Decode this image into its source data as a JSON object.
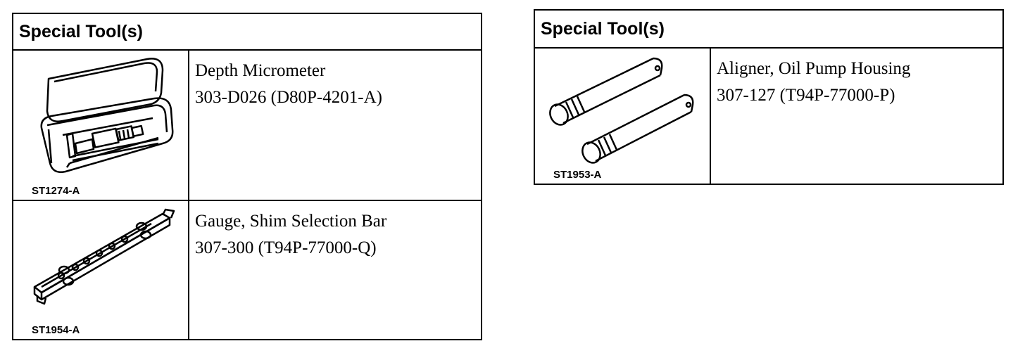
{
  "tables": [
    {
      "header": "Special Tool(s)",
      "rows": [
        {
          "code": "ST1274-A",
          "name": "Depth Micrometer",
          "number": "303-D026 (D80P-4201-A)",
          "icon": "depth-micrometer-case"
        },
        {
          "code": "ST1954-A",
          "name": "Gauge, Shim Selection Bar",
          "number": "307-300 (T94P-77000-Q)",
          "icon": "shim-selection-bar"
        }
      ]
    },
    {
      "header": "Special Tool(s)",
      "rows": [
        {
          "code": "ST1953-A",
          "name": "Aligner, Oil Pump Housing",
          "number": "307-127 (T94P-77000-P)",
          "icon": "oil-pump-aligner-pins"
        }
      ]
    }
  ]
}
